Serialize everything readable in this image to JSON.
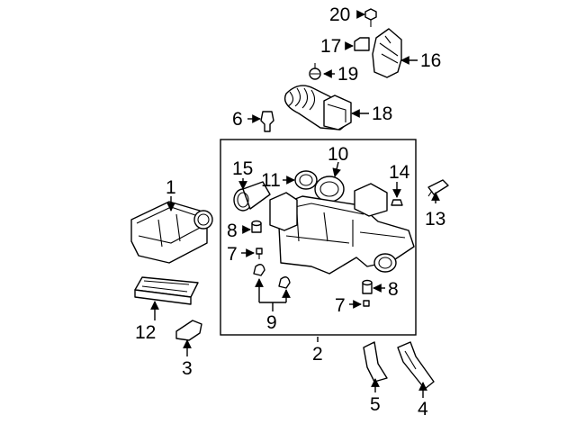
{
  "callouts": {
    "c1": "1",
    "c2": "2",
    "c3": "3",
    "c4": "4",
    "c5": "5",
    "c6": "6",
    "c7a": "7",
    "c7b": "7",
    "c8a": "8",
    "c8b": "8",
    "c9": "9",
    "c10": "10",
    "c11": "11",
    "c12": "12",
    "c13": "13",
    "c14": "14",
    "c15": "15",
    "c16": "16",
    "c17": "17",
    "c18": "18",
    "c19": "19",
    "c20": "20"
  }
}
